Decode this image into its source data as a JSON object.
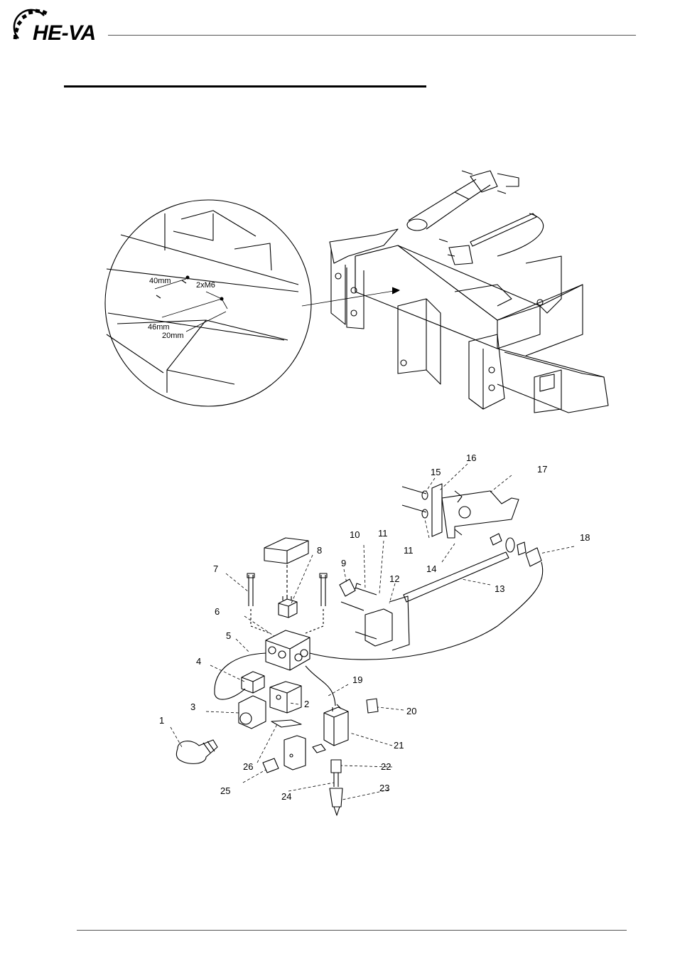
{
  "header": {
    "logo_text": "HE-VA"
  },
  "detail": {
    "dim_40": "40mm",
    "dim_46": "46mm",
    "dim_20": "20mm",
    "bolt_spec": "2xM6"
  },
  "parts": [
    {
      "n": "1"
    },
    {
      "n": "2"
    },
    {
      "n": "3"
    },
    {
      "n": "4"
    },
    {
      "n": "5"
    },
    {
      "n": "6"
    },
    {
      "n": "7"
    },
    {
      "n": "8"
    },
    {
      "n": "9"
    },
    {
      "n": "10"
    },
    {
      "n": "11"
    },
    {
      "n": "11"
    },
    {
      "n": "12"
    },
    {
      "n": "13"
    },
    {
      "n": "14"
    },
    {
      "n": "15"
    },
    {
      "n": "16"
    },
    {
      "n": "17"
    },
    {
      "n": "18"
    },
    {
      "n": "19"
    },
    {
      "n": "20"
    },
    {
      "n": "21"
    },
    {
      "n": "22"
    },
    {
      "n": "23"
    },
    {
      "n": "24"
    },
    {
      "n": "25"
    },
    {
      "n": "26"
    }
  ]
}
